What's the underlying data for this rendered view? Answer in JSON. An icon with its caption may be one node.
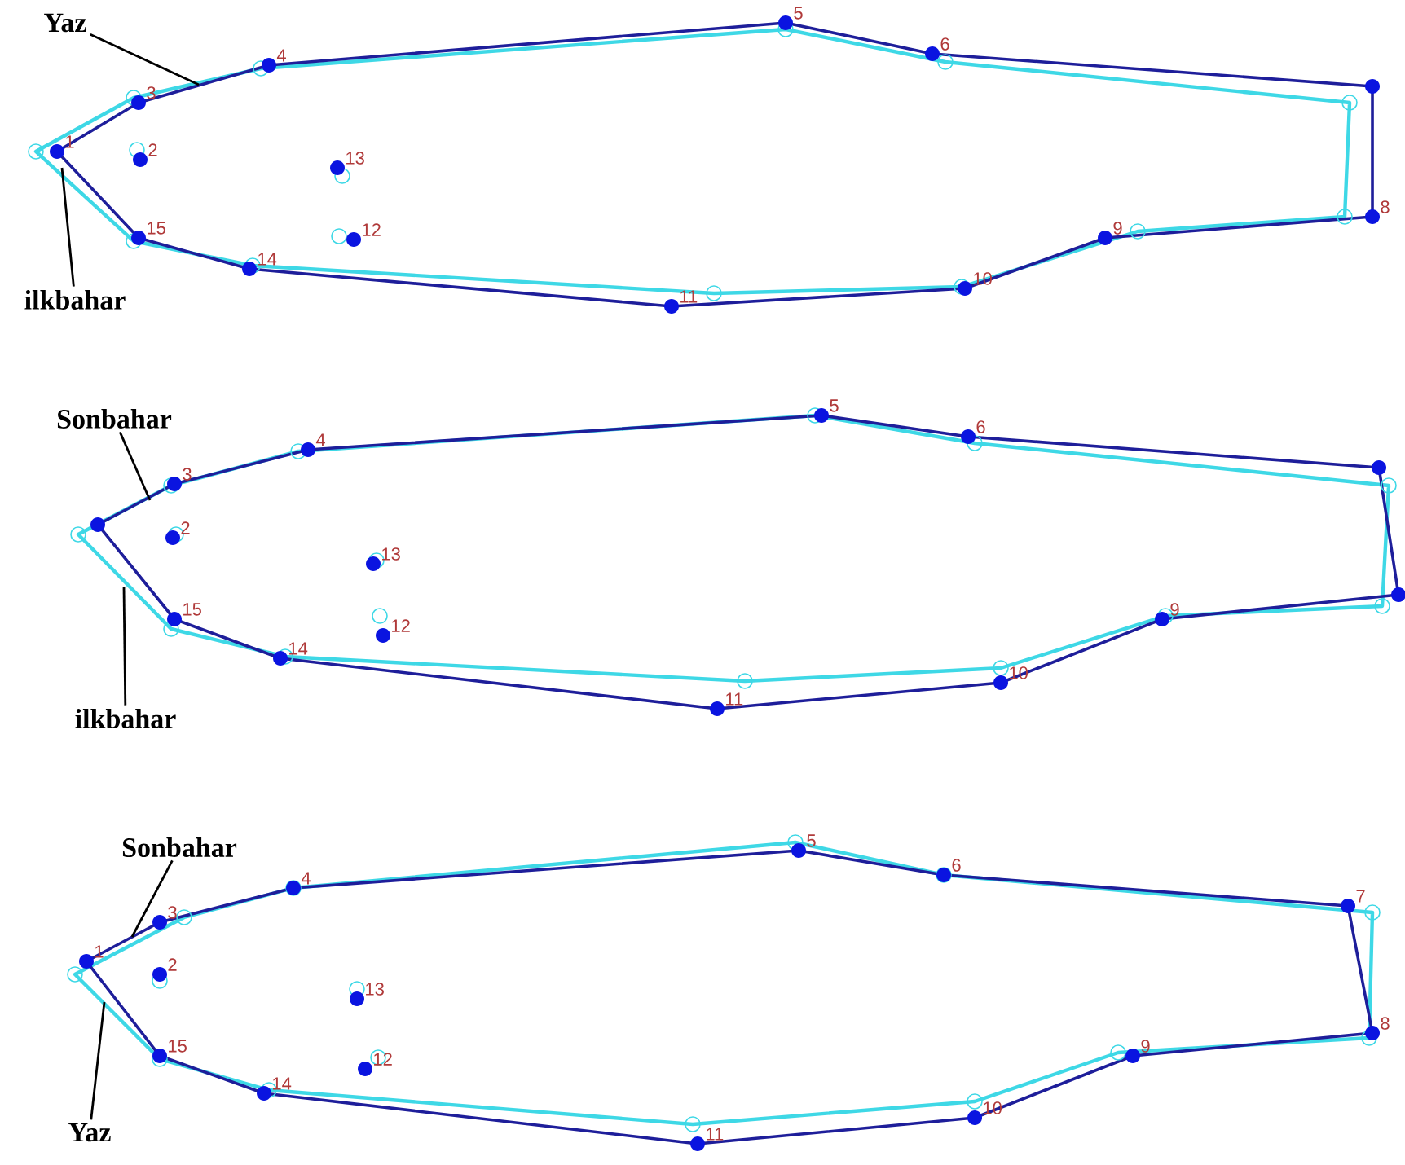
{
  "diagram": {
    "nodes": [
      {
        "text": [
          "Yaz"
        ]
      },
      {
        "text": [
          "ilkbahar"
        ]
      },
      {
        "text": [
          "Sonbahar"
        ]
      },
      {
        "text": [
          "ilkbahar"
        ]
      },
      {
        "text": [
          "Sonbahar"
        ]
      },
      {
        "text": [
          "Yaz"
        ]
      }
    ],
    "edges": [
      {
        "from": 0,
        "to": null,
        "arrow": "none"
      },
      {
        "from": 1,
        "to": null,
        "arrow": "none"
      },
      {
        "from": 2,
        "to": null,
        "arrow": "none"
      },
      {
        "from": 3,
        "to": null,
        "arrow": "none"
      },
      {
        "from": 4,
        "to": null,
        "arrow": "none"
      },
      {
        "from": 5,
        "to": null,
        "arrow": "none"
      }
    ],
    "labels": [
      "1",
      "2",
      "3",
      "4",
      "5",
      "6",
      "8",
      "9",
      "10",
      "11",
      "12",
      "13",
      "14",
      "15",
      "2",
      "3",
      "4",
      "5",
      "6",
      "9",
      "10",
      "11",
      "12",
      "13",
      "14",
      "15",
      "1",
      "2",
      "3",
      "4",
      "5",
      "6",
      "7",
      "8",
      "9",
      "10",
      "11",
      "12",
      "13",
      "14",
      "15"
    ]
  }
}
